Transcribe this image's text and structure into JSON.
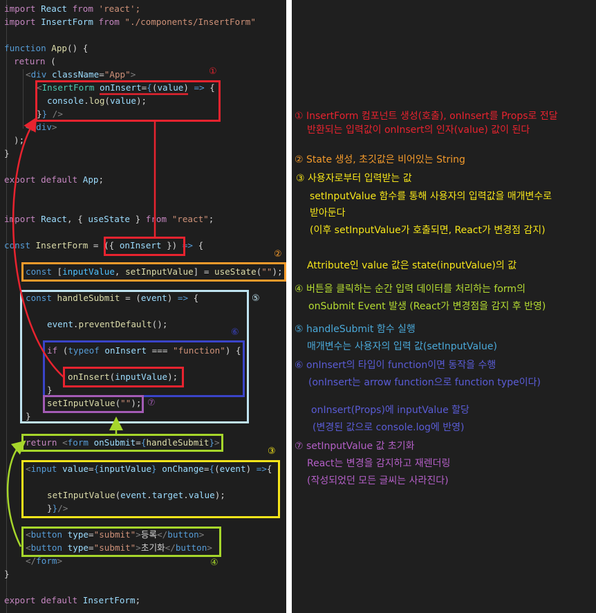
{
  "code": {
    "l01": [
      [
        "import ",
        "ctl"
      ],
      [
        "React ",
        "vr"
      ],
      [
        "from ",
        "ctl"
      ],
      [
        "'react';",
        "st"
      ]
    ],
    "l02": [
      [
        "import ",
        "ctl"
      ],
      [
        "InsertForm ",
        "vr"
      ],
      [
        "from ",
        "ctl"
      ],
      [
        "\"./components/InsertForm\"",
        "st"
      ]
    ],
    "l03": [
      [
        "function ",
        "kw"
      ],
      [
        "App",
        "fn"
      ],
      [
        "() {",
        "pl"
      ]
    ],
    "l04": [
      [
        "return ",
        "ctl"
      ],
      [
        "(",
        "pl"
      ]
    ],
    "l05": [
      [
        "<",
        "gr"
      ],
      [
        "div ",
        "tg"
      ],
      [
        "className",
        "vr"
      ],
      [
        "=",
        "pl"
      ],
      [
        "\"App\"",
        "st"
      ],
      [
        ">",
        "gr"
      ]
    ],
    "l06": [
      [
        "<",
        "gr"
      ],
      [
        "InsertForm ",
        "ty"
      ],
      [
        "onInsert",
        "vr"
      ],
      [
        "=",
        "pl"
      ],
      [
        "{",
        "kw"
      ],
      [
        "(",
        "pl"
      ],
      [
        "value",
        "vr"
      ],
      [
        ") ",
        "pl"
      ],
      [
        "=> ",
        "kw"
      ],
      [
        "{",
        "pl"
      ]
    ],
    "l07": [
      [
        "console",
        "vr"
      ],
      [
        ".",
        "pl"
      ],
      [
        "log",
        "fn"
      ],
      [
        "(",
        "pl"
      ],
      [
        "value",
        "vr"
      ],
      [
        ");",
        "pl"
      ]
    ],
    "l08": [
      [
        "}",
        "pl"
      ],
      [
        "} ",
        "kw"
      ],
      [
        "/>",
        "gr"
      ]
    ],
    "l09": [
      [
        "</",
        "gr"
      ],
      [
        "div",
        "tg"
      ],
      [
        ">",
        "gr"
      ]
    ],
    "l10": [
      [
        ");",
        "pl"
      ]
    ],
    "l11": [
      [
        "}",
        "pl"
      ]
    ],
    "l12": [
      [
        "export ",
        "ctl"
      ],
      [
        "default ",
        "ctl"
      ],
      [
        "App",
        "vr"
      ],
      [
        ";",
        "pl"
      ]
    ],
    "l13": [
      [
        "import ",
        "ctl"
      ],
      [
        "React",
        "vr"
      ],
      [
        ", { ",
        "pl"
      ],
      [
        "useState",
        "vr"
      ],
      [
        " } ",
        "pl"
      ],
      [
        "from ",
        "ctl"
      ],
      [
        "\"react\"",
        "st"
      ],
      [
        ";",
        "pl"
      ]
    ],
    "l14": [
      [
        "const ",
        "kw"
      ],
      [
        "InsertForm ",
        "fn"
      ],
      [
        "= ({ ",
        "pl"
      ],
      [
        "onInsert",
        "vr"
      ],
      [
        " }) ",
        "pl"
      ],
      [
        "=> ",
        "kw"
      ],
      [
        "{",
        "pl"
      ]
    ],
    "l15": [
      [
        "const ",
        "kw"
      ],
      [
        "[",
        "pl"
      ],
      [
        "inputValue",
        "cn"
      ],
      [
        ", ",
        "pl"
      ],
      [
        "setInputValue",
        "fn"
      ],
      [
        "] = ",
        "pl"
      ],
      [
        "useState",
        "fn"
      ],
      [
        "(",
        "pl"
      ],
      [
        "\"\"",
        "st"
      ],
      [
        ");",
        "pl"
      ]
    ],
    "l16": [
      [
        "const ",
        "kw"
      ],
      [
        "handleSubmit ",
        "fn"
      ],
      [
        "= (",
        "pl"
      ],
      [
        "event",
        "vr"
      ],
      [
        ") ",
        "pl"
      ],
      [
        "=> ",
        "kw"
      ],
      [
        "{",
        "pl"
      ]
    ],
    "l17": [
      [
        "event",
        "vr"
      ],
      [
        ".",
        "pl"
      ],
      [
        "preventDefault",
        "fn"
      ],
      [
        "();",
        "pl"
      ]
    ],
    "l18": [
      [
        "if ",
        "ctl"
      ],
      [
        "(",
        "pl"
      ],
      [
        "typeof ",
        "kw"
      ],
      [
        "onInsert ",
        "vr"
      ],
      [
        "=== ",
        "pl"
      ],
      [
        "\"function\"",
        "st"
      ],
      [
        ") {",
        "pl"
      ]
    ],
    "l19": [
      [
        "onInsert",
        "fn"
      ],
      [
        "(",
        "pl"
      ],
      [
        "inputValue",
        "vr"
      ],
      [
        ");",
        "pl"
      ]
    ],
    "l20": [
      [
        "}",
        "pl"
      ]
    ],
    "l21": [
      [
        "setInputValue",
        "fn"
      ],
      [
        "(",
        "pl"
      ],
      [
        "\"\"",
        "st"
      ],
      [
        ");",
        "pl"
      ]
    ],
    "l22": [
      [
        "}",
        "pl"
      ]
    ],
    "l23": [
      [
        "return ",
        "ctl"
      ],
      [
        "<",
        "gr"
      ],
      [
        "form ",
        "tg"
      ],
      [
        "onSubmit",
        "vr"
      ],
      [
        "=",
        "pl"
      ],
      [
        "{",
        "kw"
      ],
      [
        "handleSubmit",
        "fn"
      ],
      [
        "}",
        "kw"
      ],
      [
        ">",
        "gr"
      ]
    ],
    "l24": [
      [
        "<",
        "gr"
      ],
      [
        "input ",
        "tg"
      ],
      [
        "value",
        "vr"
      ],
      [
        "=",
        "pl"
      ],
      [
        "{",
        "kw"
      ],
      [
        "inputValue",
        "vr"
      ],
      [
        "} ",
        "kw"
      ],
      [
        "onChange",
        "vr"
      ],
      [
        "=",
        "pl"
      ],
      [
        "{",
        "kw"
      ],
      [
        "(",
        "pl"
      ],
      [
        "event",
        "vr"
      ],
      [
        ") ",
        "pl"
      ],
      [
        "=>",
        "kw"
      ],
      [
        "{",
        "pl"
      ]
    ],
    "l25": [
      [
        "setInputValue",
        "fn"
      ],
      [
        "(",
        "pl"
      ],
      [
        "event",
        "vr"
      ],
      [
        ".",
        "pl"
      ],
      [
        "target",
        "vr"
      ],
      [
        ".",
        "pl"
      ],
      [
        "value",
        "vr"
      ],
      [
        ");",
        "pl"
      ]
    ],
    "l26": [
      [
        "}",
        "pl"
      ],
      [
        "}",
        "kw"
      ],
      [
        "/>",
        "gr"
      ]
    ],
    "l27": [
      [
        "<",
        "gr"
      ],
      [
        "button ",
        "tg"
      ],
      [
        "type",
        "vr"
      ],
      [
        "=",
        "pl"
      ],
      [
        "\"submit\"",
        "st"
      ],
      [
        ">",
        "gr"
      ],
      [
        "등록",
        "pl"
      ],
      [
        "</",
        "gr"
      ],
      [
        "button",
        "tg"
      ],
      [
        ">",
        "gr"
      ]
    ],
    "l28": [
      [
        "<",
        "gr"
      ],
      [
        "button ",
        "tg"
      ],
      [
        "type",
        "vr"
      ],
      [
        "=",
        "pl"
      ],
      [
        "\"submit\"",
        "st"
      ],
      [
        ">",
        "gr"
      ],
      [
        "초기화",
        "pl"
      ],
      [
        "</",
        "gr"
      ],
      [
        "button",
        "tg"
      ],
      [
        ">",
        "gr"
      ]
    ],
    "l29": [
      [
        "</",
        "gr"
      ],
      [
        "form",
        "tg"
      ],
      [
        ">",
        "gr"
      ]
    ],
    "l30": [
      [
        "}",
        "pl"
      ]
    ],
    "l31": [
      [
        "export ",
        "ctl"
      ],
      [
        "default ",
        "ctl"
      ],
      [
        "InsertForm",
        "vr"
      ],
      [
        ";",
        "pl"
      ]
    ]
  },
  "badges": {
    "b1": "①",
    "b2": "②",
    "b3": "③",
    "b4": "④",
    "b5": "⑤",
    "b6": "⑥",
    "b7": "⑦"
  },
  "notes": {
    "n1a": "① InsertForm 컴포넌트 생성(호출), onInsert를 Props로 전달",
    "n1b": "반환되는 입력값이 onInsert의 인자(value) 값이 된다",
    "n2": "② State 생성, 초깃값은 비어있는 String",
    "n3a": "③ 사용자로부터 입력받는 값",
    "n3b": "setInputValue 함수를 통해 사용자의 입력값을 매개변수로",
    "n3c": "받아둔다",
    "n3d": "(이후 setInputValue가 호출되면, React가 변경점 감지)",
    "n3e": "Attribute인 value 값은 state(inputValue)의 값",
    "n4a": "④ 버튼을 클릭하는 순간 입력 데이터를 처리하는 form의",
    "n4b": "onSubmit Event 발생 (React가 변경점을 감지 후 반영)",
    "n5a": "⑤ handleSubmit 함수 실행",
    "n5b": "매개변수는 사용자의 입력 값(setInputValue)",
    "n6a": "⑥ onInsert의 타입이 function이면 동작을 수행",
    "n6b": "(onInsert는 arrow function으로 function type이다)",
    "n6c": "onInsert(Props)에 inputValue 할당",
    "n6d": "(변경된 값으로 console.log에 반영)",
    "n7a": "⑦ setInputValue 값 초기화",
    "n7b": "React는 변경을 감지하고 재렌더링",
    "n7c": "(작성되었던 모든 글씨는 사라진다)"
  },
  "colors": {
    "red": "#e8232f",
    "orange": "#f39a2b",
    "lightblue": "#bfe3f0",
    "blue": "#3a44c8",
    "purple": "#a35bb5",
    "yellow": "#f6e51a",
    "lime": "#a6d62b",
    "noteBlue": "#3a44c8",
    "note3": "#f6e51a",
    "note4": "#b6dc32",
    "note5": "#4aa8d8",
    "note6": "#5a5cd6",
    "note7": "#b45fc7"
  }
}
